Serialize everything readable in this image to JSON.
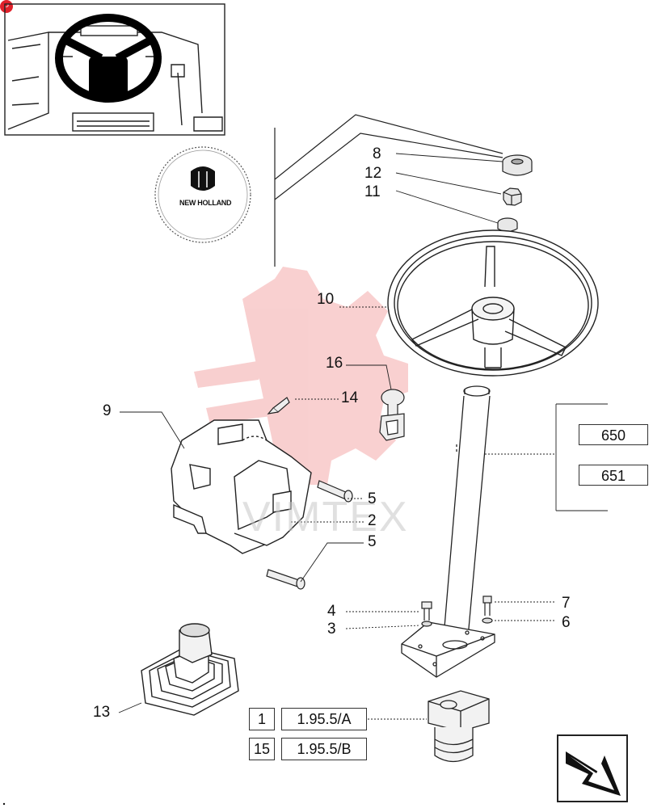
{
  "corner_badge": "P",
  "watermark": "VIMTEX",
  "logo_text": "NEW HOLLAND",
  "callouts": {
    "p1": "1",
    "p2": "2",
    "p3": "3",
    "p4": "4",
    "p5a": "5",
    "p5b": "5",
    "p6": "6",
    "p7": "7",
    "p8": "8",
    "p9": "9",
    "p10": "10",
    "p11": "11",
    "p12": "12",
    "p13": "13",
    "p14": "14",
    "p15": "15",
    "p16": "16"
  },
  "references": {
    "r650": "650",
    "r651": "651",
    "r1": "1.95.5/A",
    "r15": "1.95.5/B"
  },
  "colors": {
    "line": "#222222",
    "watermark": "#f2a0a0",
    "badge": "#e0202a"
  },
  "icons": [
    "tractor-cab-inset",
    "new-holland-logo",
    "next-page-arrow-icon"
  ]
}
